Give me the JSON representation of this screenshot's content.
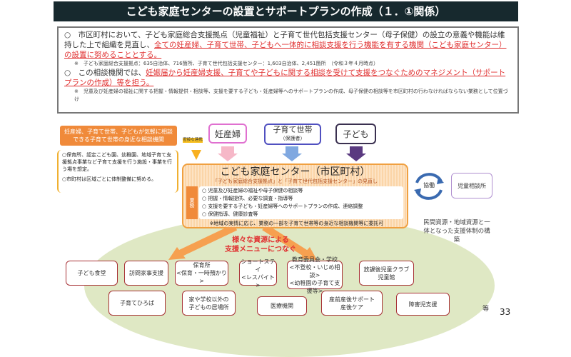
{
  "title": "こども家庭センターの設置とサポートプランの作成（１．①関係）",
  "intro": {
    "p1_plain": "○　市区町村において、子ども家庭総合支援拠点（児童福祉）と子育て世代包括支援センター（母子保健）の設立の意義や機能は維持した上で組織を見直し、",
    "p1_red": "全ての妊産婦、子育て世帯、子どもへ一体的に相談支援を行う機能を有する機関（こども家庭センター）の設置に努めることとする。",
    "note1": "※　子ども家庭総合支援拠点：635自治体、716箇所、子育て世代包括支援センター：1,603自治体、2,451箇所　（令和３年４月時点）",
    "p2_plain": "○　この相談機関では、",
    "p2_red": "妊娠届から妊産婦支援、子育てや子どもに関する相談を受けて支援をつなぐためのマネジメント（サポートプランの作成）等を担う。",
    "note2": "※　児童及び妊産婦の福祉に関する把握・情報提供・相談等、支援を要する子ども・妊産婦等へのサポートプランの作成、母子保健の相談等を市区町村の行わなければならない業務として位置づけ"
  },
  "left": {
    "orange_box": "妊産婦、子育て世帯、子どもが気軽に相談できる子育て世帯の身近な相談機関",
    "items": [
      "○保育所、認定こども園、幼稚園、地域子育て支援拠点事業など子育て支援を行う施設・事業を行う場を想定。",
      "○市町村は区域ごとに体制整備に努める。"
    ],
    "link_label": "密接な連携"
  },
  "targets": [
    {
      "label": "妊産婦",
      "sub": ""
    },
    {
      "label": "子育て世帯",
      "sub": "（保護者）"
    },
    {
      "label": "子ども",
      "sub": ""
    }
  ],
  "center": {
    "title": "こども家庭センター（市区町村）",
    "subtitle": "「子ども家庭総合支援拠点」と「子育て世代包括支援センター」の見直し",
    "duties_label": "業務",
    "duties": [
      "○ 児童及び妊産婦の福祉や母子保健の相談等",
      "○ 把握・情報提供、必要な調査・指導等",
      "○ 支援を要する子ども・妊産婦等へのサポートプランの作成、連絡調整",
      "○ 保健指導、健康診査等"
    ],
    "footnote": "※地域の実情に応じ、業務の一部を子育て世帯等の身近な相談機関等に委託可"
  },
  "cooperation": "協働",
  "jidou": "児童相談所",
  "regional": "民間資源・地域資源と一体となった支援体制の構築",
  "connect": [
    "様々な資源による",
    "支援メニューにつなぐ"
  ],
  "menu_row1": [
    [
      "子ども食堂"
    ],
    [
      "訪問家事支援"
    ],
    [
      "保育所",
      "<保育・一時預かり>"
    ],
    [
      "ショートステイ",
      "<レスパイト>"
    ],
    [
      "教育委員会・学校",
      "<不登校・いじめ相談>",
      "<幼稚園の子育て支援等>"
    ],
    [
      "放課後児童クラブ",
      "児童館"
    ]
  ],
  "menu_row2": [
    [
      "子育てひろば"
    ],
    [
      "家や学校以外の",
      "子どもの居場所"
    ],
    [
      "医療機関"
    ],
    [
      "産前産後サポート",
      "産後ケア"
    ],
    [
      "障害児支援"
    ]
  ],
  "etc": "等",
  "page_number": "33",
  "colors": {
    "title_bg": "#17292e",
    "accent_red": "#e03030",
    "orange": "#f08a3a",
    "green": "#dfe8c4"
  }
}
